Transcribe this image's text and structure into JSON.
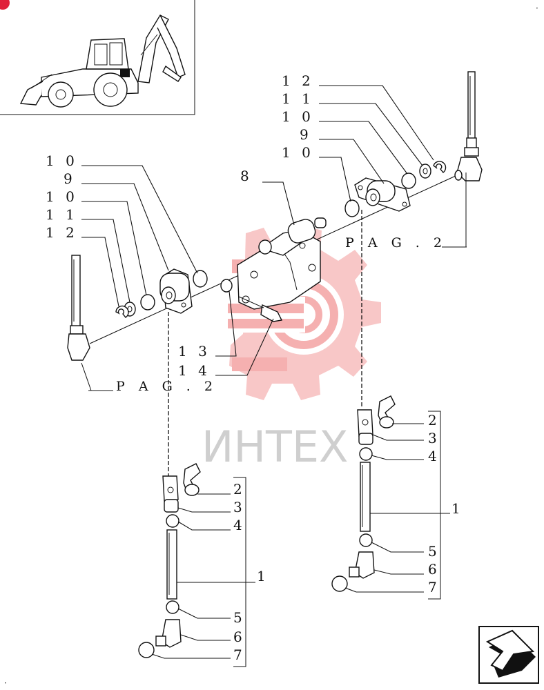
{
  "watermark": {
    "text": "ИНТЕХ",
    "color": "#f08080"
  },
  "left_labels": [
    "1 0",
    "9",
    "1 0",
    "1 1",
    "1 2",
    "8"
  ],
  "right_labels": [
    "1 2",
    "1 1",
    "1 0",
    "9",
    "1 0"
  ],
  "pag_right": "P A G .   2",
  "pag_left": "P A G .   2",
  "center_labels": [
    "1 3",
    "1 4"
  ],
  "left_rod_labels": [
    "2",
    "3",
    "4",
    "1",
    "5",
    "6",
    "7"
  ],
  "right_rod_labels": [
    "2",
    "3",
    "4",
    "1",
    "5",
    "6",
    "7"
  ],
  "icons": [
    "backhoe-loader-thumbnail-icon",
    "next-page-arrow-icon"
  ]
}
